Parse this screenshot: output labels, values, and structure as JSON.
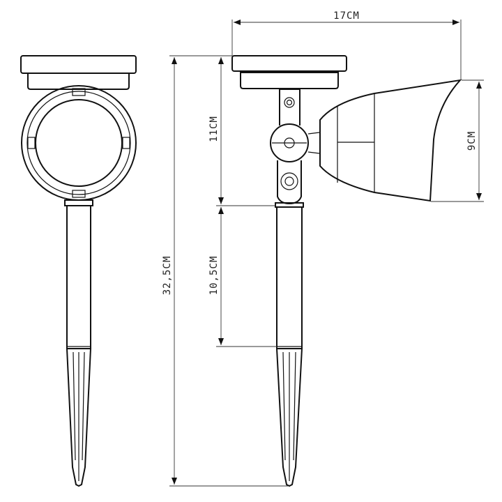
{
  "dimensions": {
    "width_total": "17CM",
    "height_total": "32,5CM",
    "head_height": "11CM",
    "stake_upper": "10,5CM",
    "lamp_height": "9CM"
  }
}
